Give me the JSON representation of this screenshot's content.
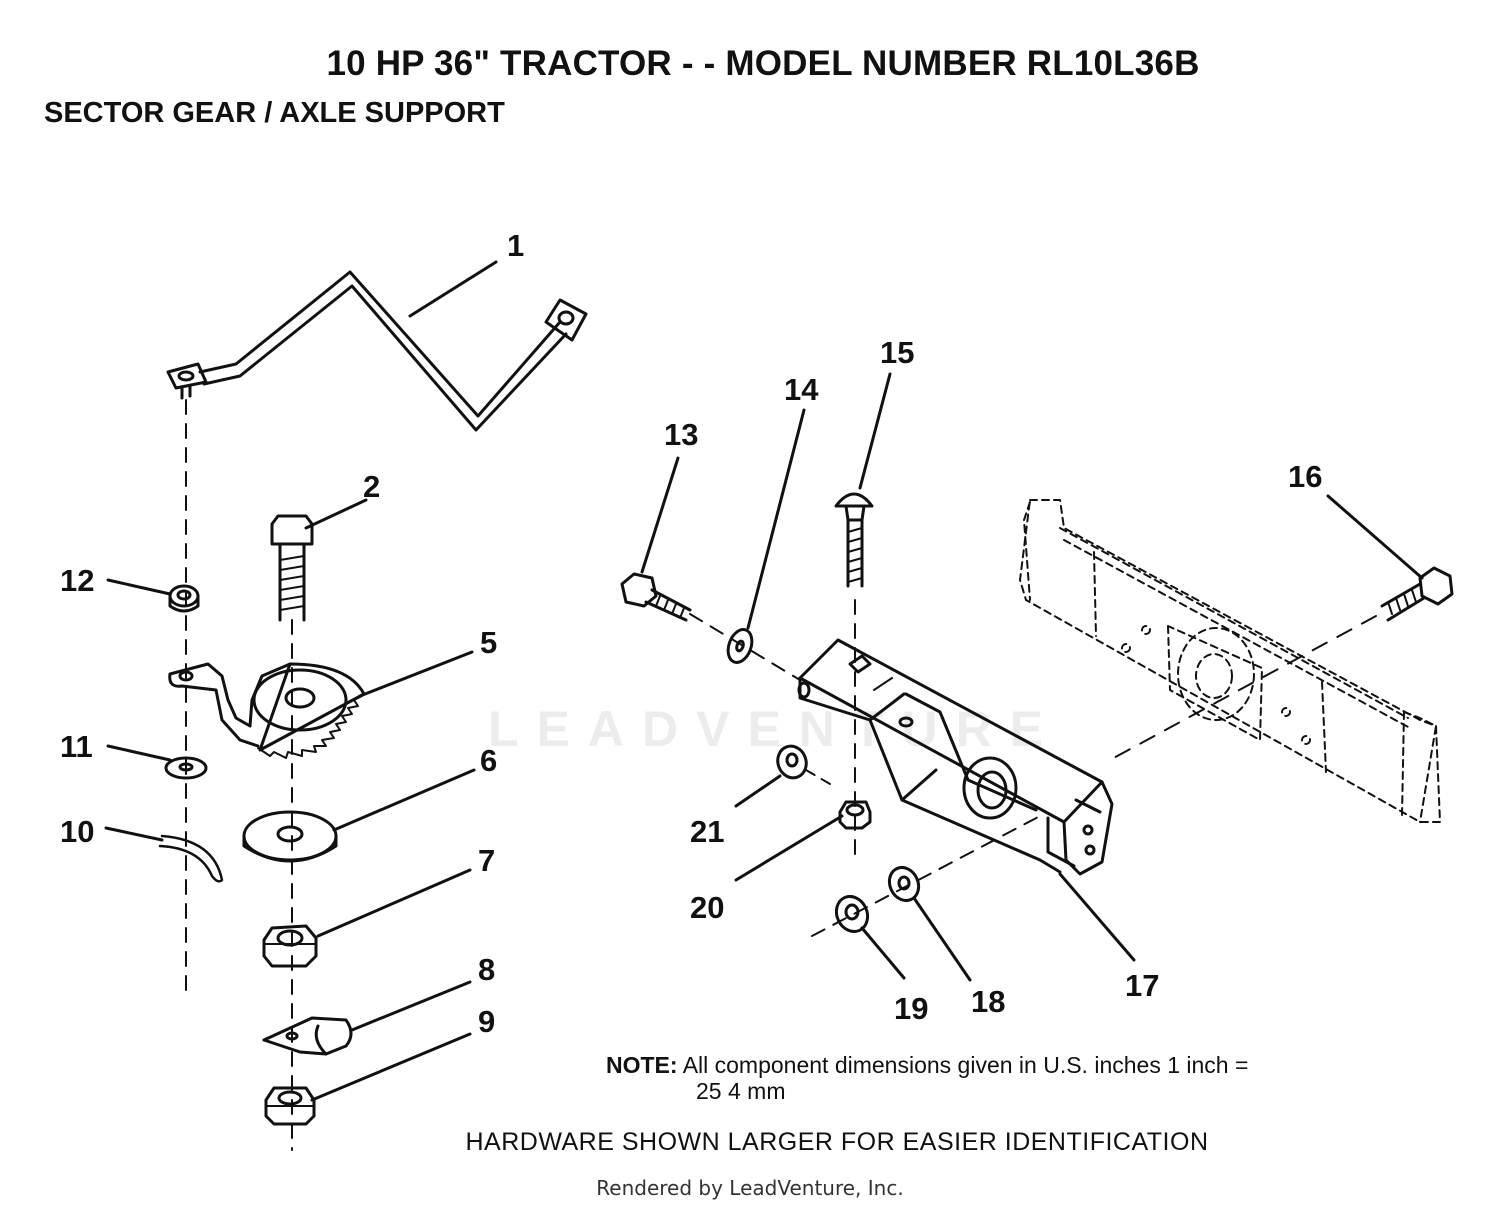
{
  "header": {
    "title": "10 HP 36\" TRACTOR - - MODEL NUMBER RL10L36B",
    "subtitle": "SECTOR GEAR / AXLE SUPPORT"
  },
  "callouts": [
    "1",
    "2",
    "5",
    "6",
    "7",
    "8",
    "9",
    "10",
    "11",
    "12",
    "13",
    "14",
    "15",
    "16",
    "17",
    "18",
    "19",
    "20",
    "21"
  ],
  "note": {
    "label": "NOTE:",
    "line1": "All component dimensions given in U.S. inches 1 inch =",
    "line2": "25 4 mm"
  },
  "hardware_notice": "HARDWARE SHOWN LARGER FOR EASIER IDENTIFICATION",
  "watermark": "LEADVENTURE",
  "footer": "Rendered by LeadVenture, Inc.",
  "colors": {
    "ink": "#111111",
    "watermark": "#ececec"
  }
}
